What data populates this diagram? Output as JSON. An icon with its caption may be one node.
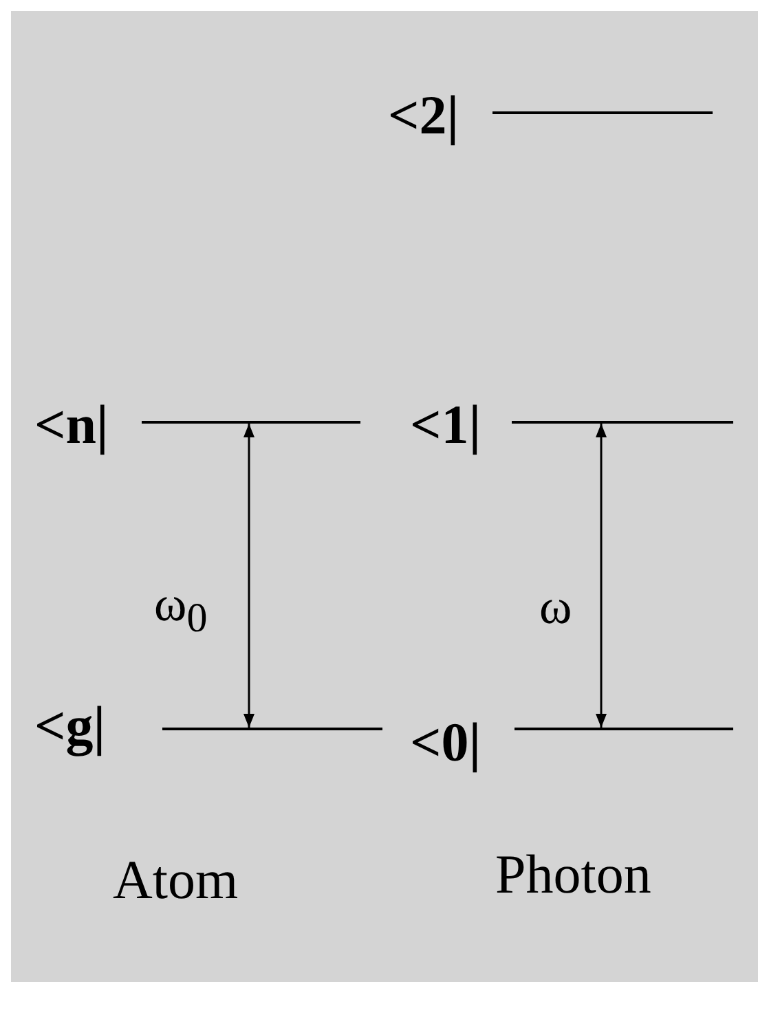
{
  "diagram": {
    "nodes": [
      {
        "text": [],
        "shape": "bar",
        "beside": [
          "<2|"
        ]
      },
      {
        "text": [],
        "shape": "bar",
        "beside": [
          "<n|"
        ]
      },
      {
        "text": [],
        "shape": "bar",
        "beside": [
          "<1|"
        ]
      },
      {
        "text": [],
        "shape": "bar",
        "beside": [
          "<g|"
        ]
      },
      {
        "text": [],
        "shape": "bar",
        "beside": [
          "<0|"
        ]
      }
    ],
    "edges": [
      {
        "from": 1,
        "to": 3,
        "arrow": "both",
        "label": "ω$_{0}$"
      },
      {
        "from": 2,
        "to": 4,
        "arrow": "both",
        "label": "ω"
      }
    ],
    "labels": [
      "Atom",
      "Photon"
    ]
  }
}
